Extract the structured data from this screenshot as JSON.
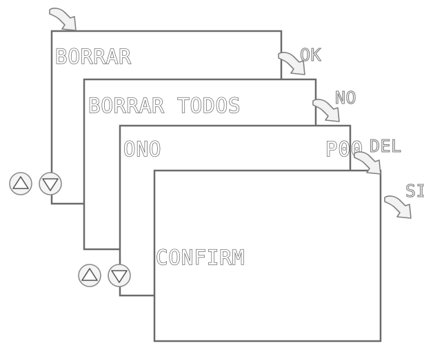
{
  "screens": [
    {
      "id": "borrar",
      "text": "BORRAR"
    },
    {
      "id": "borrar-todos",
      "text": "BORRAR TODOS"
    },
    {
      "id": "ono",
      "text": "ONO",
      "right_text": "P00"
    },
    {
      "id": "confirm",
      "text": "CONFIRM"
    }
  ],
  "keys": {
    "ok": "OK",
    "no": "NO",
    "del": "DEL",
    "si": "SI"
  },
  "icons": {
    "enter_hand": "pointing-hand-icon",
    "up_button": "up-arrow-icon",
    "down_button": "down-arrow-icon"
  }
}
